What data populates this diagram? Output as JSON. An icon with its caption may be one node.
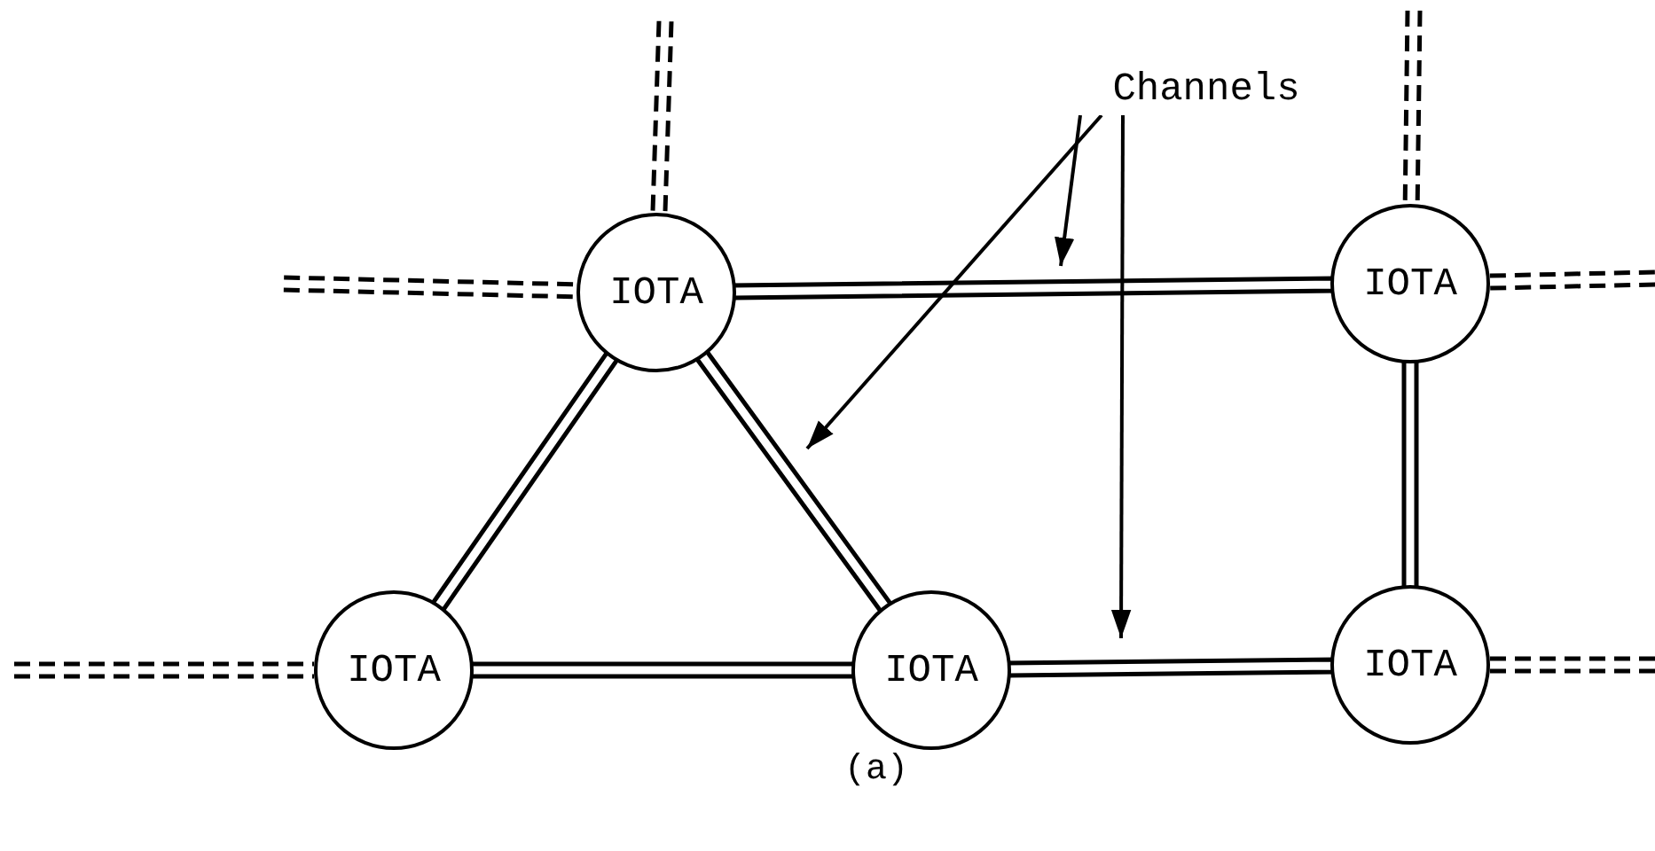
{
  "diagram": {
    "caption": "(a)",
    "nodes": [
      {
        "text": [
          "IOTA"
        ]
      },
      {
        "text": [
          "IOTA"
        ]
      },
      {
        "text": [
          "IOTA"
        ]
      },
      {
        "text": [
          "IOTA"
        ]
      },
      {
        "text": [
          "IOTA"
        ]
      },
      {
        "text": [
          "Channels"
        ]
      }
    ],
    "edges": [
      {
        "from": 0,
        "to": 1,
        "arrow": "none"
      },
      {
        "from": 0,
        "to": 2,
        "arrow": "none"
      },
      {
        "from": 0,
        "to": 3,
        "arrow": "none"
      },
      {
        "from": 1,
        "to": 4,
        "arrow": "none"
      },
      {
        "from": 2,
        "to": 3,
        "arrow": "none"
      },
      {
        "from": 3,
        "to": 4,
        "arrow": "none"
      },
      {
        "from": null,
        "to": 0,
        "arrow": "none",
        "style": "dashed"
      },
      {
        "from": null,
        "to": 0,
        "arrow": "none",
        "style": "dashed"
      },
      {
        "from": null,
        "to": 1,
        "arrow": "none",
        "style": "dashed"
      },
      {
        "from": null,
        "to": 1,
        "arrow": "none",
        "style": "dashed"
      },
      {
        "from": null,
        "to": 2,
        "arrow": "none",
        "style": "dashed"
      },
      {
        "from": null,
        "to": 4,
        "arrow": "none",
        "style": "dashed"
      },
      {
        "from": 5,
        "to": null,
        "arrow": "to"
      },
      {
        "from": 5,
        "to": null,
        "arrow": "to"
      },
      {
        "from": 5,
        "to": null,
        "arrow": "to"
      }
    ]
  }
}
